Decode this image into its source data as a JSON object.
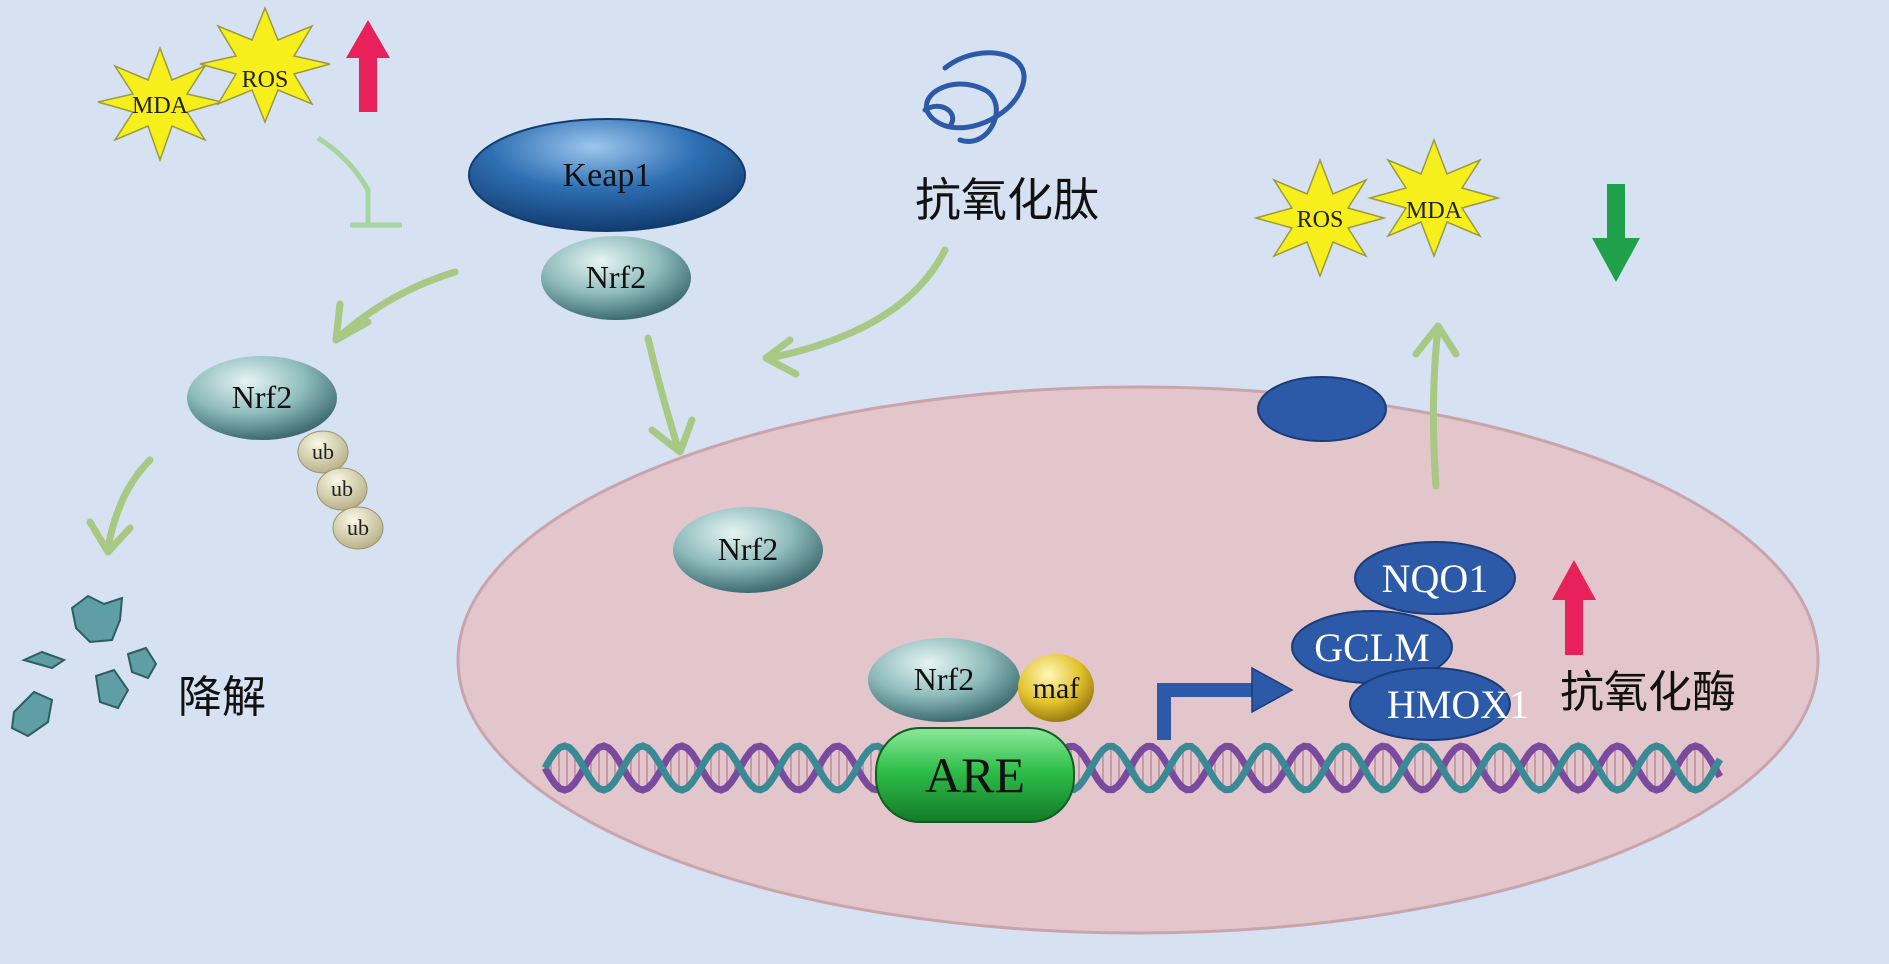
{
  "colors": {
    "background": "#d6e1f1",
    "nucleus": "#e2c6cc",
    "keap1": "#2e6fb3",
    "nrf2": "#8fbcbc",
    "are": "#2fbf4a",
    "maf": "#e2c22c",
    "gene_protein": "#2c5aa8",
    "arrow_green": "#a8c884",
    "up_arrow": "#e8215a",
    "down_arrow": "#1fa04a",
    "star": "#f6ef1c"
  },
  "cytoplasm": {
    "stars_left": [
      "MDA",
      "ROS"
    ],
    "keap1": "Keap1",
    "nrf2_bound": "Nrf2",
    "nrf2_ub": "Nrf2",
    "ub_tags": [
      "ub",
      "ub",
      "ub"
    ],
    "degradation": "降解",
    "peptide": "抗氧化肽",
    "stars_right": [
      "ROS",
      "MDA"
    ]
  },
  "nucleus": {
    "nrf2_free": "Nrf2",
    "nrf2_complex": "Nrf2",
    "maf": "maf",
    "are": "ARE",
    "enzymes": [
      "NQO1",
      "GCLM",
      "HMOX1"
    ],
    "enzyme_label": "抗氧化酶"
  }
}
